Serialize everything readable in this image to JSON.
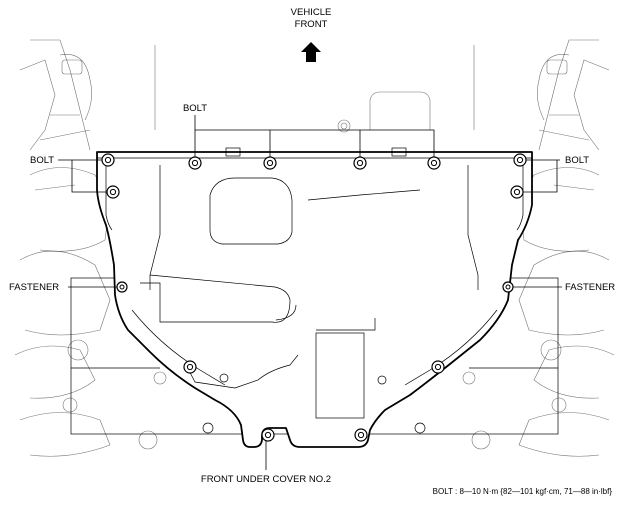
{
  "labels": {
    "vehicle_front": [
      "VEHICLE",
      "FRONT"
    ],
    "bolt_top": "BOLT",
    "bolt_left": "BOLT",
    "bolt_right": "BOLT",
    "fastener_left": "FASTENER",
    "fastener_right": "FASTENER",
    "part_name": "FRONT UNDER COVER NO.2",
    "torque_spec": "BOLT : 8—10 N·m {82—101 kgf·cm, 71—88 in·lbf}"
  }
}
